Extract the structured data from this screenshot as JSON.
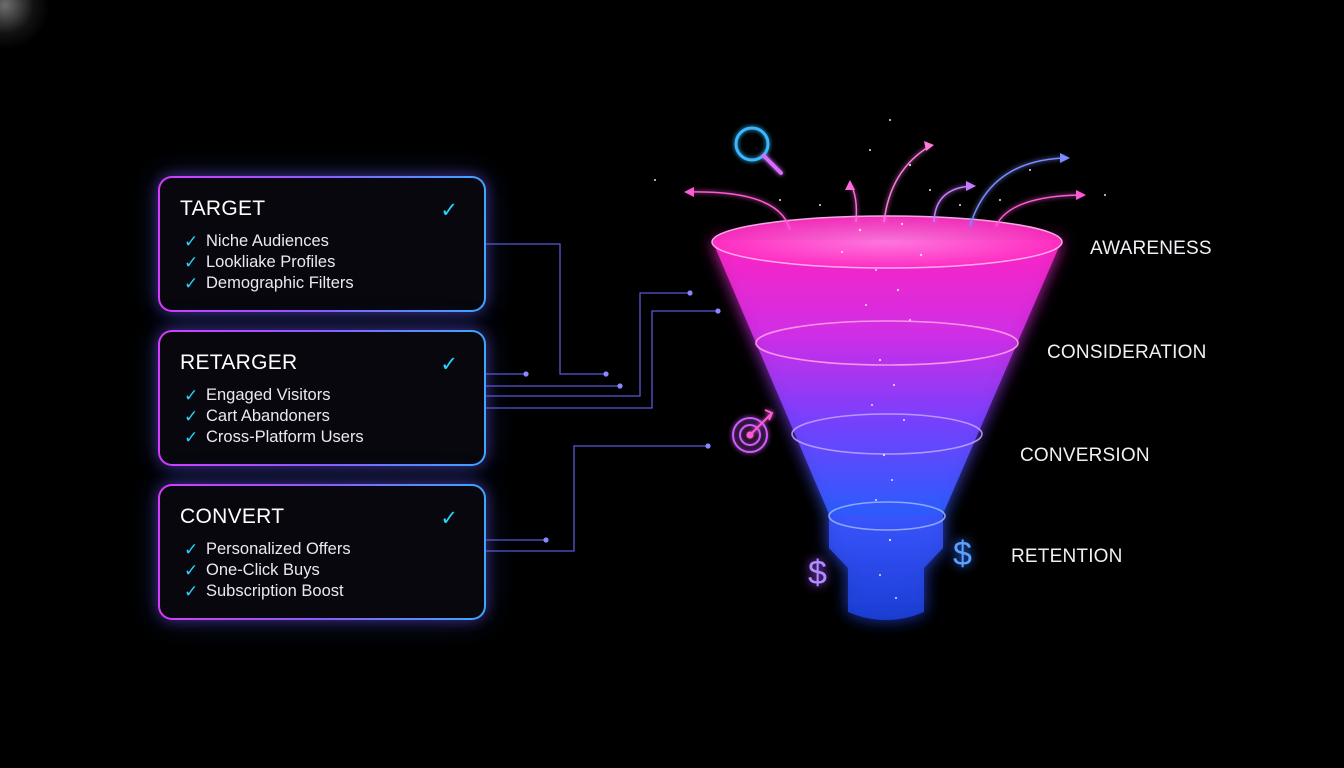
{
  "cards": [
    {
      "title": "TARGET",
      "items": [
        "Niche Audiences",
        "Lookliake Profiles",
        "Demographic Filters"
      ]
    },
    {
      "title": "RETARGER",
      "items": [
        "Engaged Visitors",
        "Cart Abandoners",
        "Cross-Platform Users"
      ]
    },
    {
      "title": "CONVERT",
      "items": [
        "Personalized Offers",
        "One-Click Buys",
        "Subscription Boost"
      ]
    }
  ],
  "check_glyph": "✓",
  "funnel_stages": [
    "AWARENESS",
    "CONSIDERATION",
    "CONVERSION",
    "RETENTION"
  ],
  "icons": {
    "search": "magnifier-icon",
    "target": "target-icon",
    "dollar": "$"
  },
  "colors": {
    "pink": "#ff2fc8",
    "purple": "#9a4dff",
    "blue": "#2f6bff",
    "check": "#27d3ff"
  }
}
